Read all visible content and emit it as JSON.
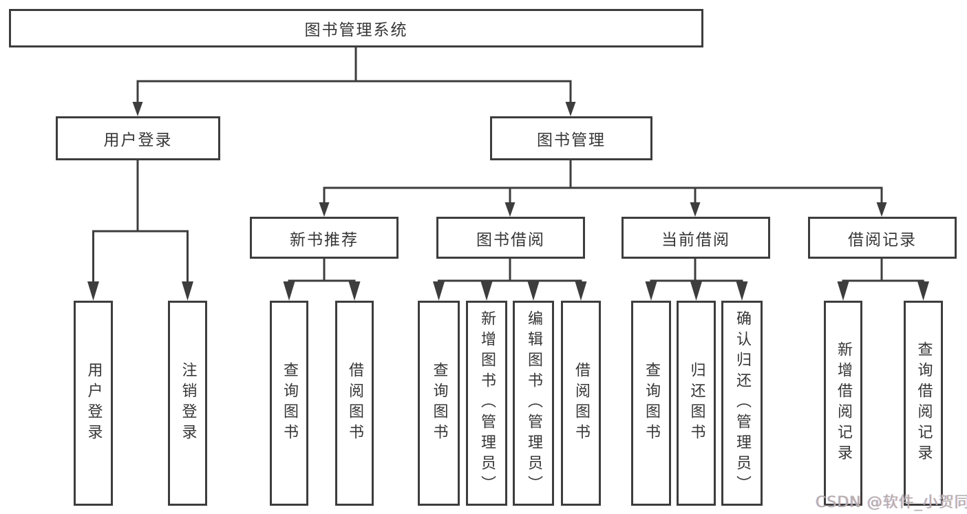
{
  "diagram": {
    "title": "图书管理系统",
    "nodes": {
      "root": "图书管理系统",
      "level2": [
        "用户登录",
        "图书管理"
      ],
      "level3": [
        "新书推荐",
        "图书借阅",
        "当前借阅",
        "借阅记录"
      ],
      "leaves_user_login": [
        "用户登录",
        "注销登录"
      ],
      "leaves_new_book": [
        "查询图书",
        "借阅图书"
      ],
      "leaves_book_borrow": [
        "查询图书",
        "新增图书（管理员）",
        "编辑图书（管理员）",
        "借阅图书"
      ],
      "leaves_current_borrow": [
        "查询图书",
        "归还图书",
        "确认归还（管理员）"
      ],
      "leaves_borrow_record": [
        "新增借阅记录",
        "查询借阅记录"
      ]
    },
    "watermark": "CSDN @软件_小贺同学",
    "colors": {
      "line": "#3d3d3d",
      "text": "#363636",
      "watermark": "#b2acac",
      "background": "#ffffff"
    }
  }
}
